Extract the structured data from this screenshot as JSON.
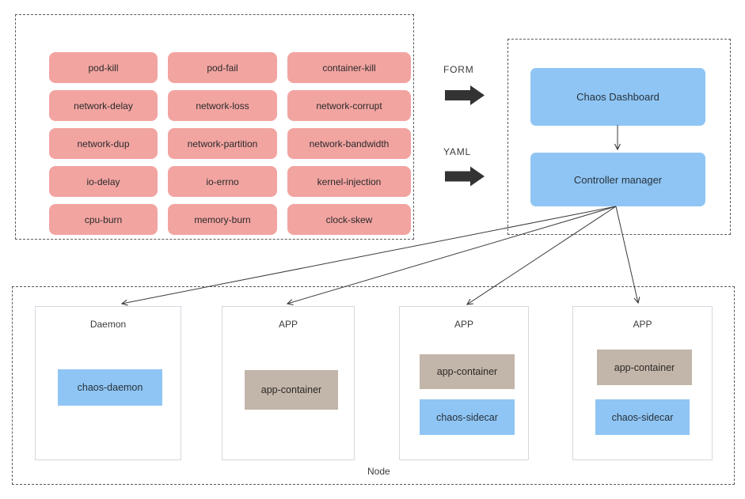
{
  "chaos_types": [
    "pod-kill",
    "pod-fail",
    "container-kill",
    "network-delay",
    "network-loss",
    "network-corrupt",
    "network-dup",
    "network-partition",
    "network-bandwidth",
    "io-delay",
    "io-errno",
    "kernel-injection",
    "cpu-burn",
    "memory-burn",
    "clock-skew"
  ],
  "inputs": {
    "form_label": "FORM",
    "yaml_label": "YAML"
  },
  "control_plane": {
    "dashboard": "Chaos Dashboard",
    "controller": "Controller manager"
  },
  "node": {
    "label": "Node",
    "pods": [
      {
        "title": "Daemon",
        "containers": [
          {
            "label": "chaos-daemon",
            "type": "chaos"
          }
        ]
      },
      {
        "title": "APP",
        "containers": [
          {
            "label": "app-container",
            "type": "app"
          }
        ]
      },
      {
        "title": "APP",
        "containers": [
          {
            "label": "app-container",
            "type": "app"
          },
          {
            "label": "chaos-sidecar",
            "type": "chaos"
          }
        ]
      },
      {
        "title": "APP",
        "containers": [
          {
            "label": "app-container",
            "type": "app"
          },
          {
            "label": "chaos-sidecar",
            "type": "chaos"
          }
        ]
      }
    ]
  },
  "colors": {
    "chaos_type_pink": "#F2A4A1",
    "chaos_component_blue": "#8FC5F4",
    "app_component_tan": "#C2B5A9",
    "line_dark": "#3a3a3a"
  }
}
